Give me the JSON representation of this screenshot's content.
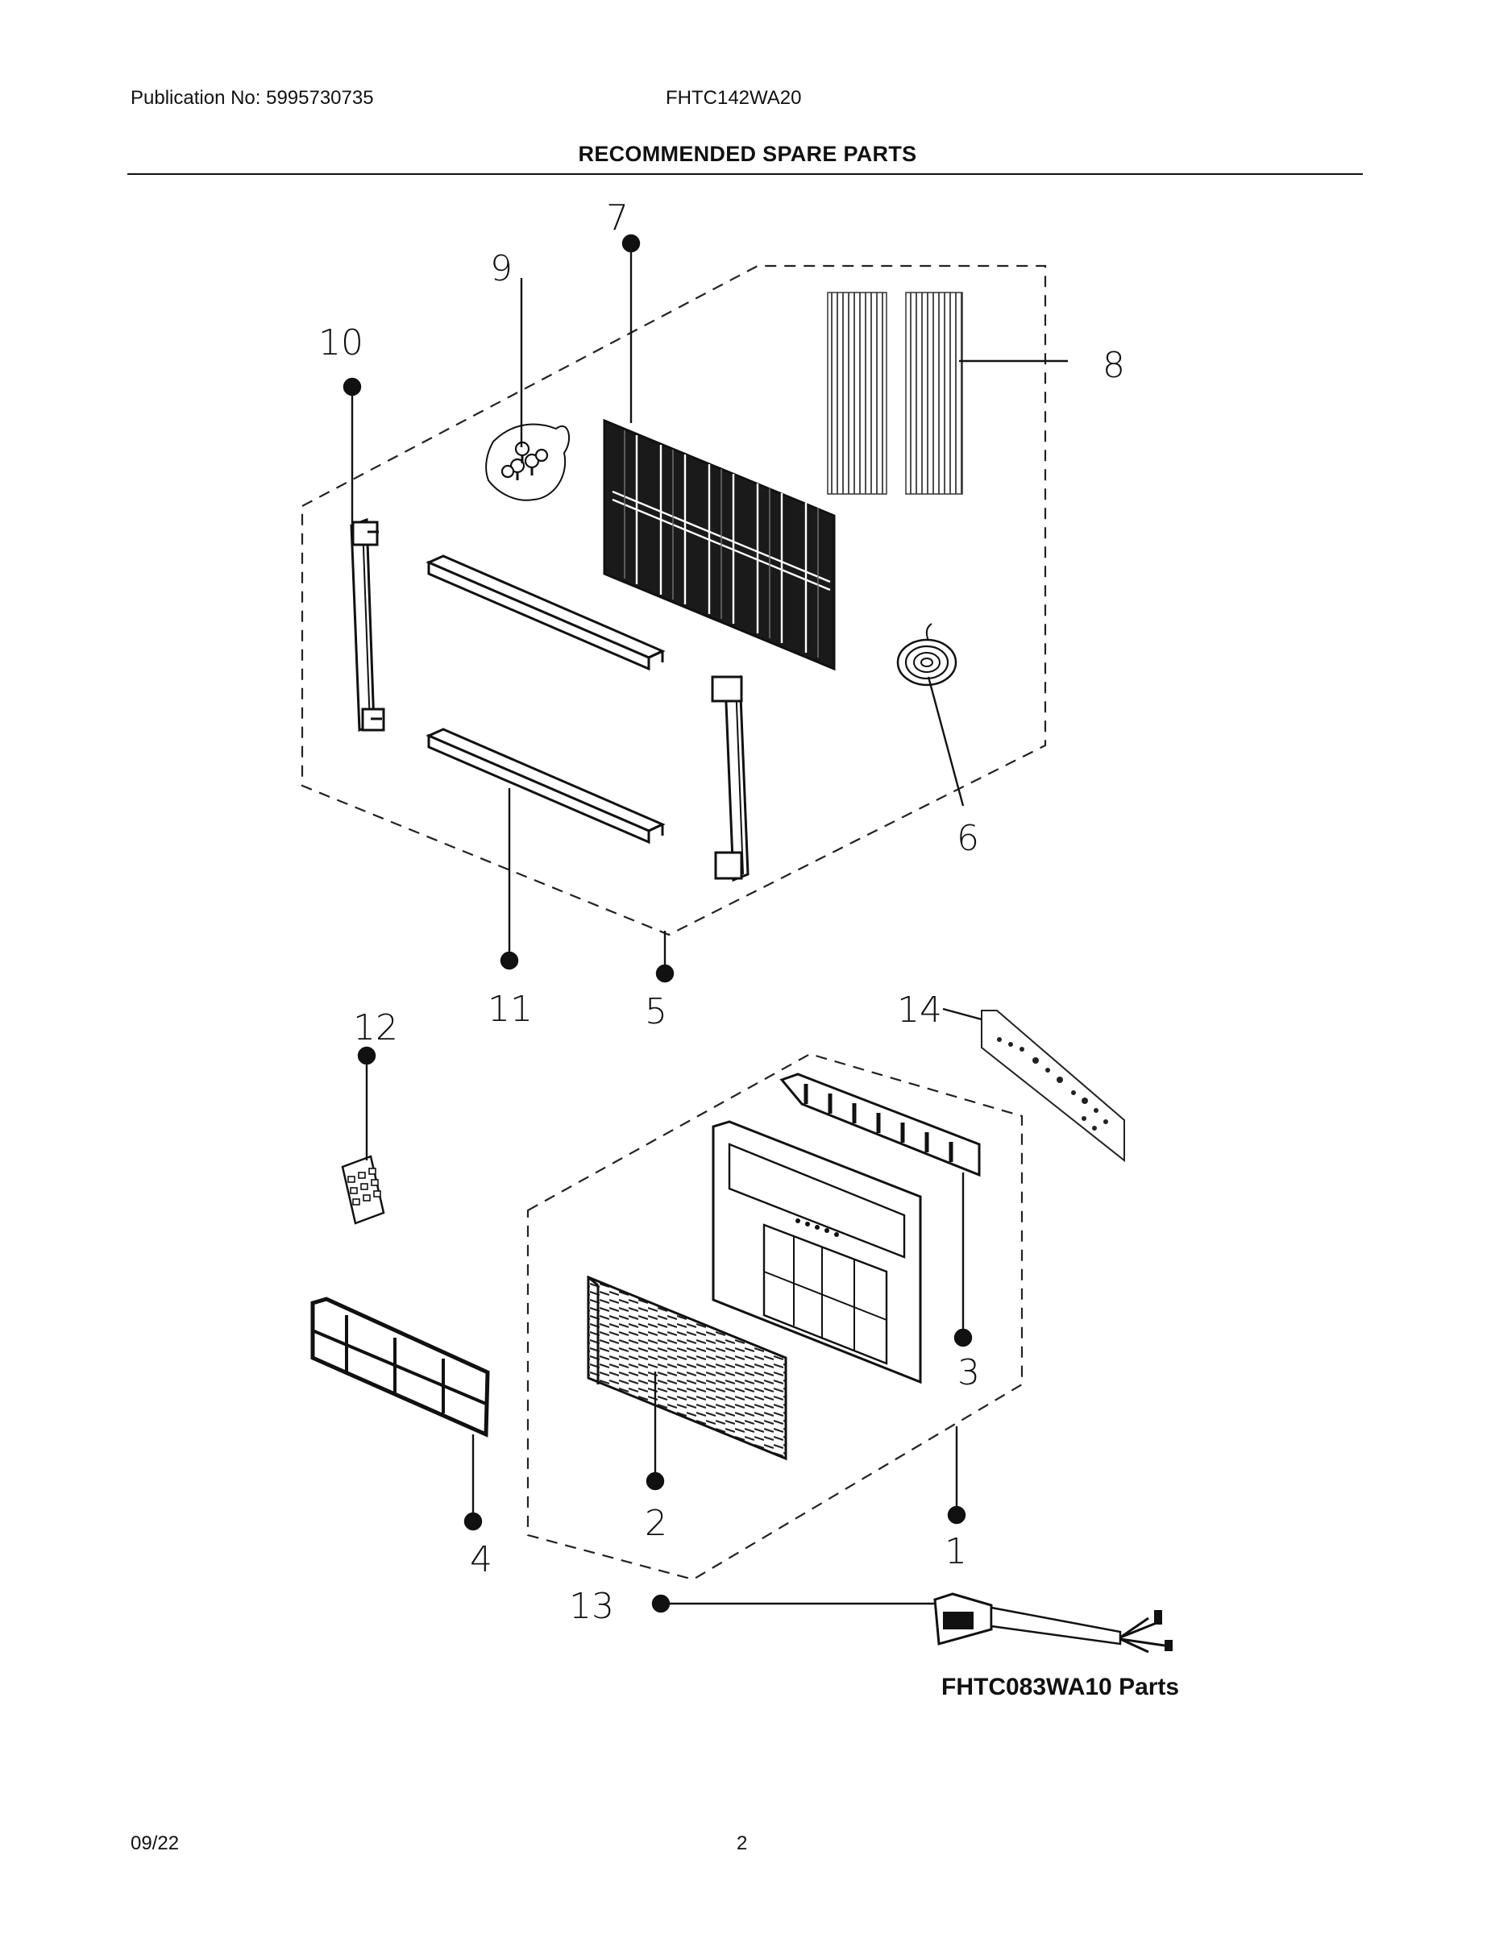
{
  "header": {
    "publication": "Publication No: 5995730735",
    "model": "FHTC142WA20",
    "title": "RECOMMENDED SPARE PARTS"
  },
  "callouts": {
    "1": "1",
    "2": "2",
    "3": "3",
    "4": "4",
    "5": "5",
    "6": "6",
    "7": "7",
    "8": "8",
    "9": "9",
    "10": "10",
    "11": "11",
    "12": "12",
    "13": "13",
    "14": "14"
  },
  "caption": "FHTC083WA10 Parts",
  "footer": {
    "date": "09/22",
    "page": "2"
  }
}
